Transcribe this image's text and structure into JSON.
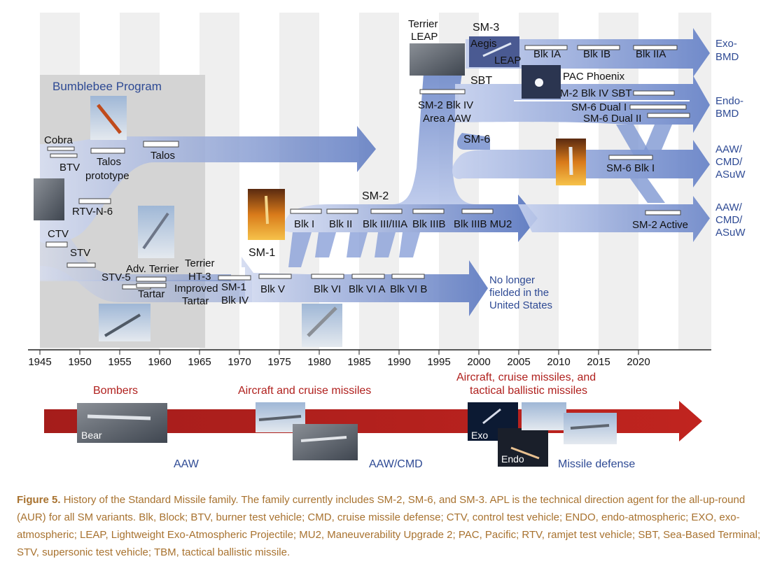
{
  "program_label": "Bumblebee Program",
  "missiles": {
    "cobra": "Cobra",
    "btv": "BTV",
    "talos_prototype_1": "Talos",
    "talos_prototype_2": "prototype",
    "talos": "Talos",
    "rtv": "RTV-N-6",
    "ctv": "CTV",
    "stv": "STV",
    "stv5": "STV-5",
    "adv_terrier": "Adv. Terrier",
    "tartar": "Tartar",
    "terrier_ht3_1": "Terrier",
    "terrier_ht3_2": "HT-3",
    "improved_tartar_1": "Improved",
    "improved_tartar_2": "Tartar",
    "sm1_blk_iv_1": "SM-1",
    "sm1_blk_iv_2": "Blk IV",
    "sm1": "SM-1",
    "blk_v": "Blk V",
    "blk_vi": "Blk VI",
    "blk_vi_a": "Blk VI A",
    "blk_vi_b": "Blk VI B",
    "sm2": "SM-2",
    "blk_i": "Blk I",
    "blk_ii": "Blk II",
    "blk_iii_iiia": "Blk III/IIIA",
    "blk_iiib": "Blk IIIB",
    "blk_iiib_mu2": "Blk IIIB MU2",
    "sm2_blk_iv_1": "SM-2 Blk IV",
    "sm2_blk_iv_2": "Area AAW",
    "terrier_leap_1": "Terrier",
    "terrier_leap_2": "LEAP",
    "sm3": "SM-3",
    "aegis": "Aegis",
    "leap": "LEAP",
    "sbt": "SBT",
    "blk_ia": "Blk IA",
    "blk_ib": "Blk IB",
    "blk_iia": "Blk IIA",
    "pac_phoenix": "PAC Phoenix",
    "sm2_blk_iv_sbt": "M-2 Blk IV SBT",
    "sm6_dual_i": "SM-6 Dual I",
    "sm6_dual_ii": "SM-6 Dual II",
    "sm6": "SM-6",
    "sm6_blk_i": "SM-6 Blk I",
    "sm2_active": "SM-2 Active"
  },
  "outcomes": {
    "exo_bmd": [
      "Exo-",
      "BMD"
    ],
    "endo_bmd": [
      "Endo-",
      "BMD"
    ],
    "aaw_1": [
      "AAW/",
      "CMD/",
      "ASuW"
    ],
    "aaw_2": [
      "AAW/",
      "CMD/",
      "ASuW"
    ],
    "no_longer": [
      "No longer",
      "fielded in the",
      "United States"
    ]
  },
  "axis_years": [
    "1945",
    "1950",
    "1955",
    "1960",
    "1965",
    "1970",
    "1975",
    "1980",
    "1985",
    "1990",
    "1995",
    "2000",
    "2005",
    "2010",
    "2015",
    "2020"
  ],
  "threats": {
    "bombers": "Bombers",
    "aircraft_cruise": "Aircraft and cruise missiles",
    "aircraft_tbm_1": "Aircraft, cruise missiles, and",
    "aircraft_tbm_2": "tactical ballistic missiles"
  },
  "eras": {
    "aaw": "AAW",
    "aaw_cmd": "AAW/CMD",
    "missile_defense": "Missile defense"
  },
  "photo_labels": {
    "bear": "Bear",
    "exo": "Exo",
    "endo": "Endo"
  },
  "caption": {
    "figure": "Figure 5.",
    "text": "History of the Standard Missile family. The family currently includes SM-2, SM-6, and SM-3. APL is the technical direction agent for the all-up-round (AUR) for all SM variants. Blk, Block; BTV, burner test vehicle; CMD, cruise missile defense; CTV, control test vehicle; ENDO, endo-atmospheric; EXO, exo-atmospheric; LEAP, Lightweight Exo-Atmospheric Projectile; MU2, Maneuverability Upgrade 2; PAC, Pacific; RTV, ramjet test vehicle; SBT, Sea-Based Terminal; STV, supersonic test vehicle; TBM, tactical ballistic missile."
  },
  "colors": {
    "arrow_dark": "#5b78c0",
    "arrow_light": "#c9d4ee",
    "band": "#efefef",
    "program_box": "#d4d4d4",
    "threat_arrow": "#b0211e",
    "outcome_text": "#2e4a94",
    "caption_text": "#a8722f"
  }
}
